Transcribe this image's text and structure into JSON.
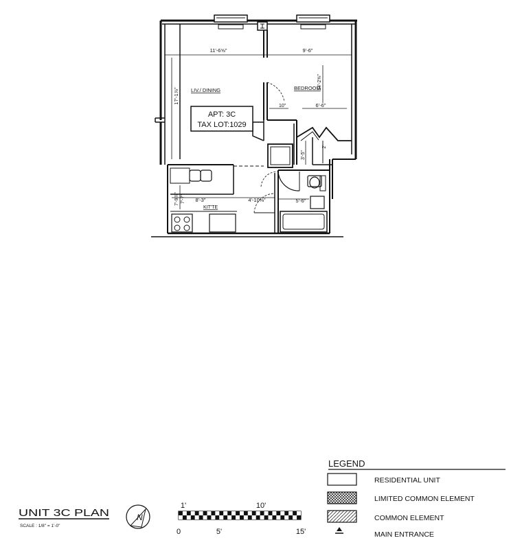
{
  "plan": {
    "apt_label": "APT: 3C",
    "tax_lot_label": "TAX LOT:1029",
    "rooms": {
      "living": "LIV./ DINING",
      "bedroom": "BEDROOM",
      "kitchen": "KIT'TE"
    },
    "dimensions": {
      "living_width": "11'-6⅝\"",
      "living_depth": "17'-1⅞\"",
      "bedroom_width": "9'-6\"",
      "bedroom_depth": "14'-2⅝\"",
      "bedroom_closet": "6'-6\"",
      "hall_door": "10\"",
      "closet_a": "3'-5\"",
      "closet_b": "2'",
      "kitchen_width": "8'-3\"",
      "kitchen_depth_a": "7'-9⅞\"",
      "kitchen_depth_b": "7'-7\"",
      "foyer": "4'-10⅜\"",
      "bath_width": "5'-6\""
    }
  },
  "title": {
    "name": "UNIT 3C PLAN",
    "scale": "SCALE : 1/8\" = 1'-0\""
  },
  "scale_bar": {
    "top_labels": [
      "1'",
      "10'"
    ],
    "bottom_labels": [
      "0",
      "5'",
      "15'"
    ]
  },
  "legend": {
    "heading": "LEGEND",
    "items": [
      {
        "label": "RESIDENTIAL UNIT",
        "icon": "residential-unit-swatch"
      },
      {
        "label": "LIMITED COMMON ELEMENT",
        "icon": "crosshatch-swatch"
      },
      {
        "label": "COMMON ELEMENT",
        "icon": "diagonal-hatch-swatch"
      },
      {
        "label": "MAIN ENTRANCE",
        "icon": "entrance-triangle-icon"
      }
    ]
  },
  "north_arrow": {
    "letter": "N",
    "icon": "north-arrow-icon"
  }
}
